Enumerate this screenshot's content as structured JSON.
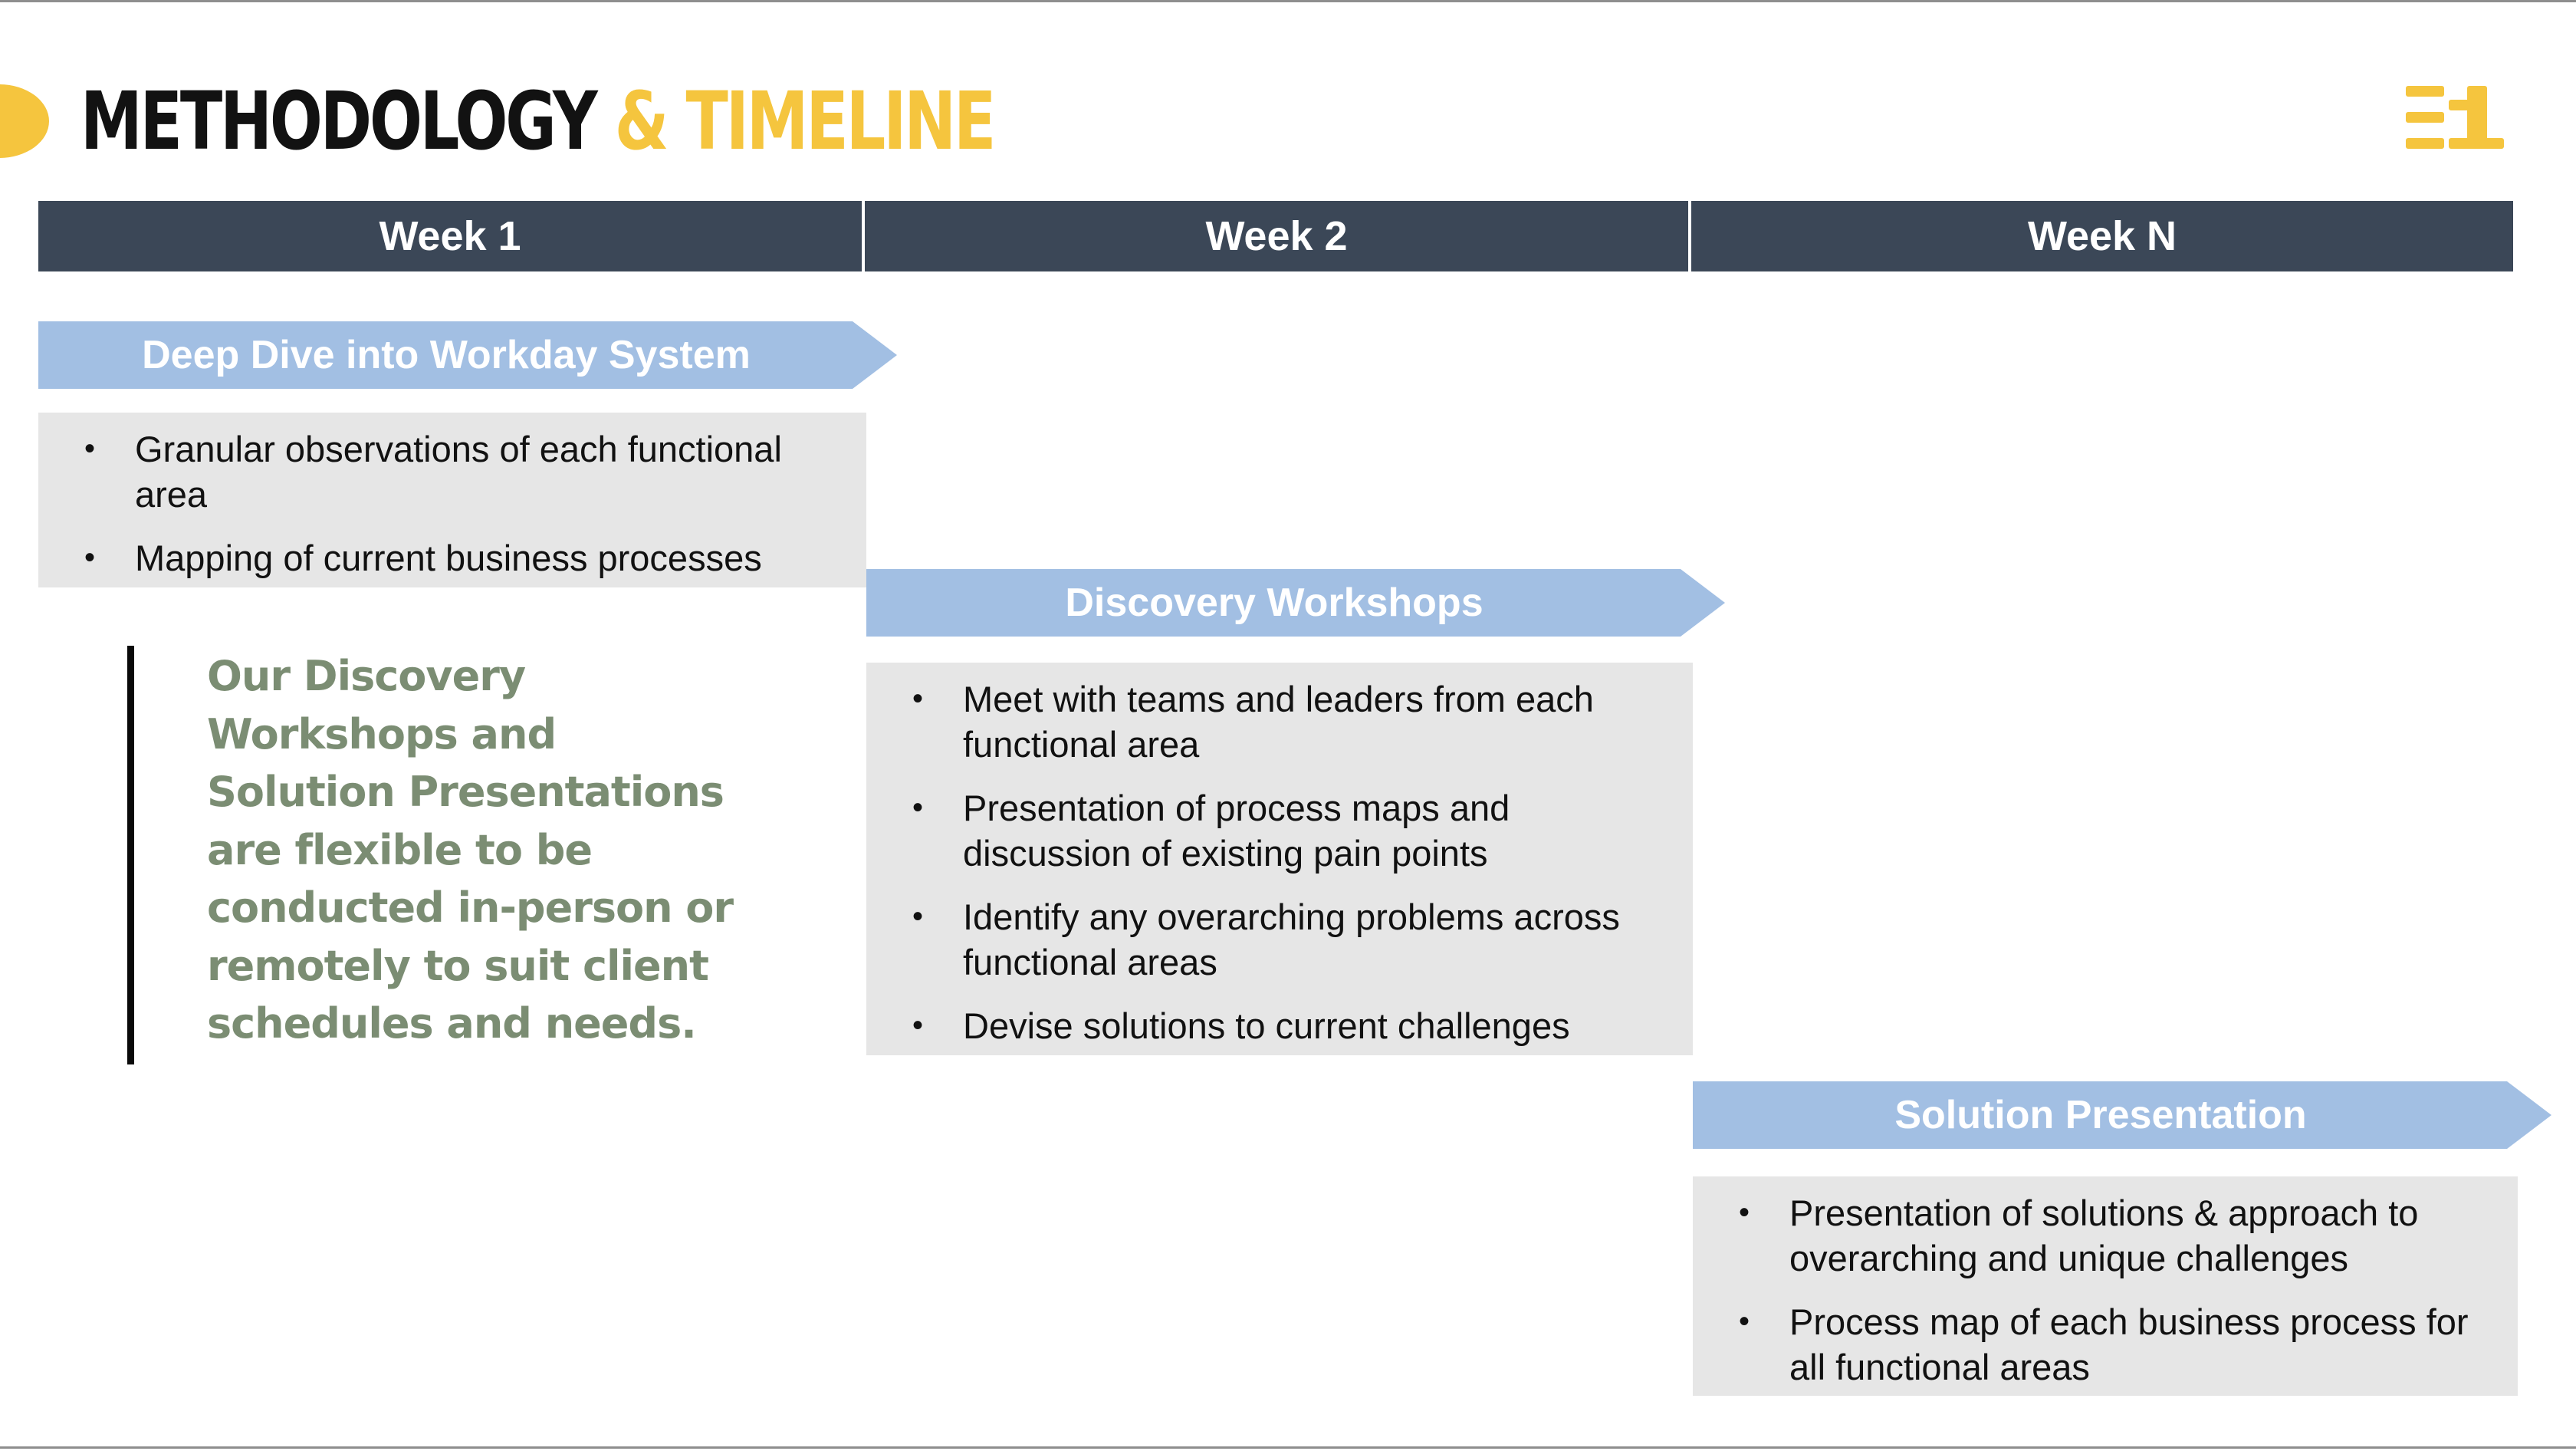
{
  "title": {
    "main": "METHODOLOGY",
    "accent": "& TIMELINE"
  },
  "logo": {
    "icon": "e1-logo-icon",
    "color": "#f5c53e"
  },
  "weeks": [
    {
      "label": "Week 1"
    },
    {
      "label": "Week 2"
    },
    {
      "label": "Week N"
    }
  ],
  "phases": [
    {
      "label": "Deep Dive into Workday System",
      "bullets": [
        "Granular observations of each functional area",
        "Mapping of current business processes"
      ]
    },
    {
      "label": "Discovery Workshops",
      "bullets": [
        "Meet with teams and leaders from each functional area",
        "Presentation of process maps and discussion of existing pain points",
        "Identify any overarching problems across functional areas",
        "Devise solutions to current challenges"
      ]
    },
    {
      "label": "Solution Presentation",
      "bullets": [
        "Presentation of solutions & approach to overarching and unique challenges",
        "Process map of each business process for all functional areas"
      ]
    }
  ],
  "quote": "Our Discovery Workshops and Solution Presentations are flexible to be conducted in-person or remotely to suit client schedules and needs.",
  "colors": {
    "accent_yellow": "#f5c53e",
    "header_navy": "#3b4757",
    "phase_blue": "#a2bfe3",
    "box_gray": "#e6e6e6",
    "quote_green": "#7b8d73"
  }
}
